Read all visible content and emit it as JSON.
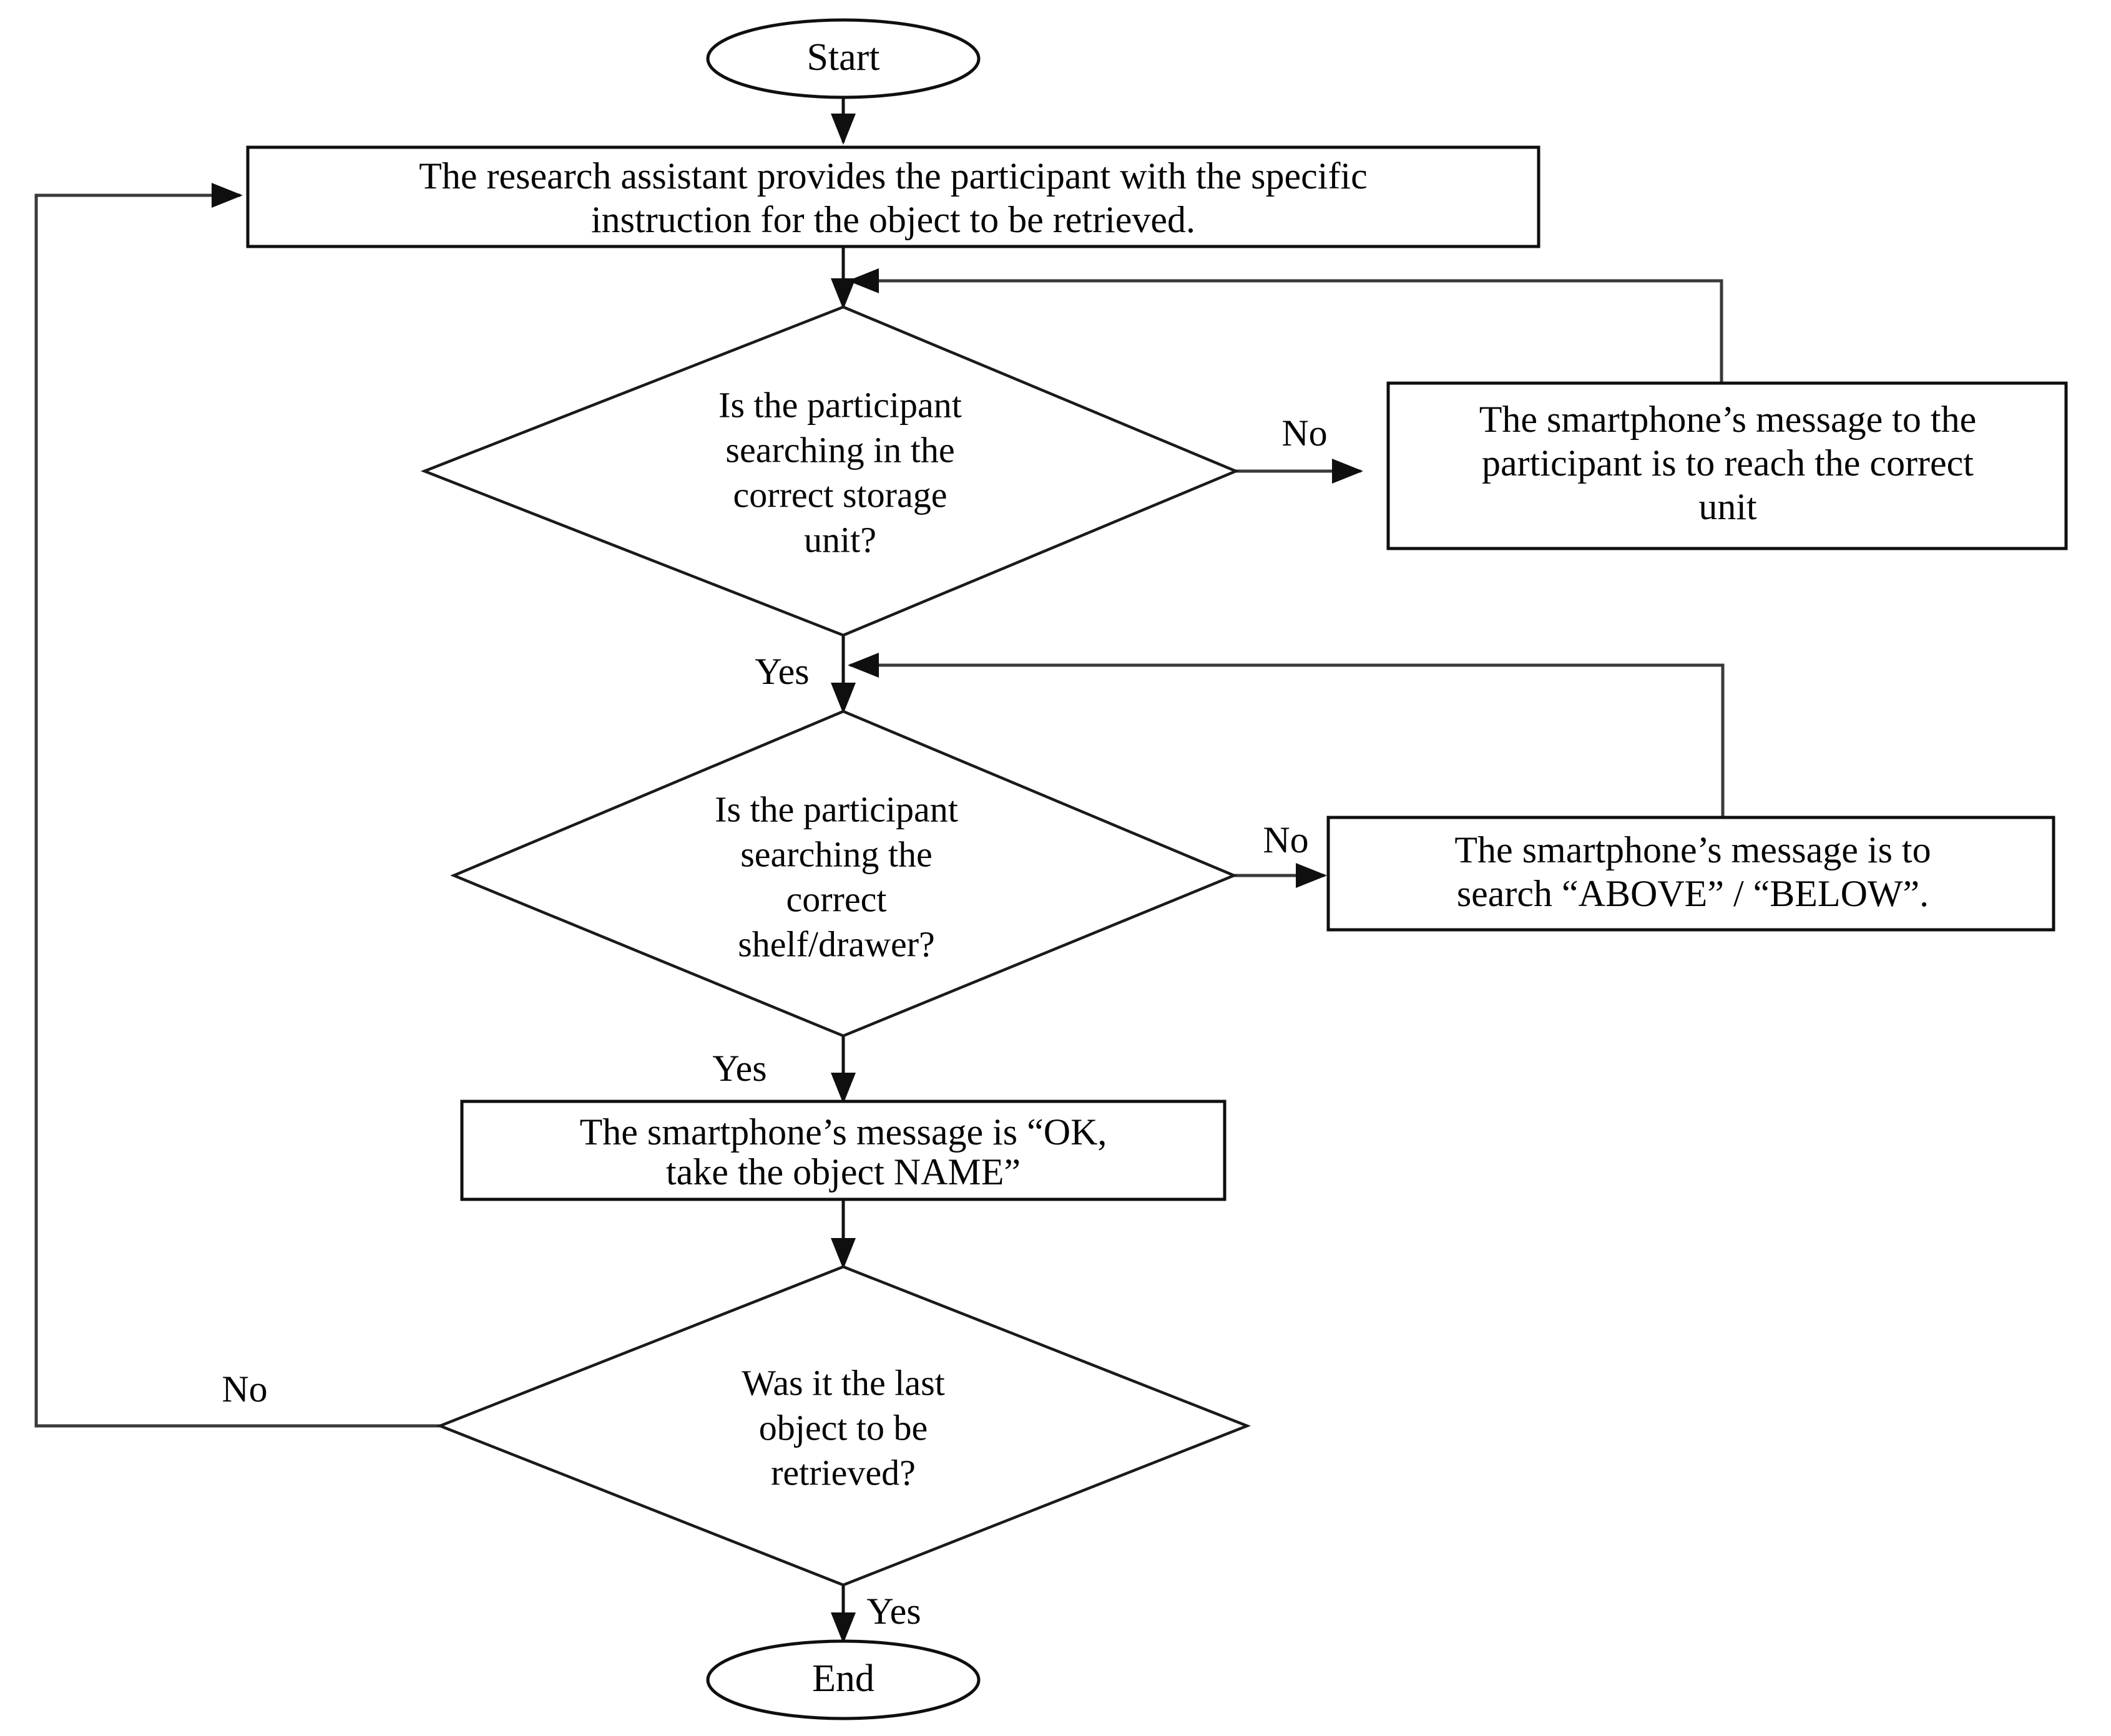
{
  "diagram": {
    "title": "Participant object-retrieval guidance flowchart",
    "type": "flowchart",
    "background_color": "#ffffff",
    "stroke_color": "#0f0f0f",
    "text_color": "#050505"
  },
  "nodes": {
    "start": {
      "shape": "ellipse",
      "label": "Start"
    },
    "instruction_box": {
      "shape": "process",
      "line1": "The research assistant provides the participant with the specific",
      "line2": "instruction for the object to be retrieved."
    },
    "decision_storage_unit": {
      "shape": "decision",
      "line1": "Is the participant",
      "line2": "searching in the",
      "line3": "correct storage",
      "line4": "unit?"
    },
    "message_reach_unit": {
      "shape": "process",
      "line1": "The smartphone’s message to the",
      "line2": "participant is to reach the correct",
      "line3": "unit"
    },
    "decision_shelf_drawer": {
      "shape": "decision",
      "line1": "Is the participant",
      "line2": "searching the",
      "line3": "correct",
      "line4": "shelf/drawer?"
    },
    "message_above_below": {
      "shape": "process",
      "line1": "The smartphone’s message is to",
      "line2": "search “ABOVE” / “BELOW”."
    },
    "message_ok_take": {
      "shape": "process",
      "line1": "The smartphone’s message is “OK,",
      "line2": "take the object NAME”"
    },
    "decision_last_object": {
      "shape": "decision",
      "line1": "Was it the last",
      "line2": "object to be",
      "line3": "retrieved?"
    },
    "end": {
      "shape": "ellipse",
      "label": "End"
    }
  },
  "edge_labels": {
    "storage_no": "No",
    "storage_yes": "Yes",
    "shelf_no": "No",
    "shelf_yes": "Yes",
    "last_no": "No",
    "last_yes": "Yes"
  },
  "edges": [
    {
      "from": "start",
      "to": "instruction_box",
      "label": ""
    },
    {
      "from": "instruction_box",
      "to": "decision_storage_unit",
      "label": ""
    },
    {
      "from": "decision_storage_unit",
      "to": "message_reach_unit",
      "label": "No"
    },
    {
      "from": "message_reach_unit",
      "to": "decision_storage_unit",
      "label": ""
    },
    {
      "from": "decision_storage_unit",
      "to": "decision_shelf_drawer",
      "label": "Yes"
    },
    {
      "from": "decision_shelf_drawer",
      "to": "message_above_below",
      "label": "No"
    },
    {
      "from": "message_above_below",
      "to": "decision_shelf_drawer",
      "label": ""
    },
    {
      "from": "decision_shelf_drawer",
      "to": "message_ok_take",
      "label": "Yes"
    },
    {
      "from": "message_ok_take",
      "to": "decision_last_object",
      "label": ""
    },
    {
      "from": "decision_last_object",
      "to": "instruction_box",
      "label": "No"
    },
    {
      "from": "decision_last_object",
      "to": "end",
      "label": "Yes"
    }
  ]
}
